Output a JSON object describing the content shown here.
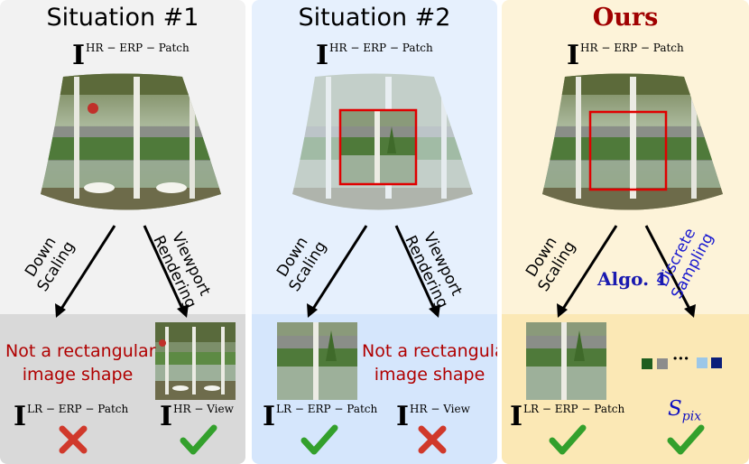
{
  "panels": [
    {
      "title": "Situation #1",
      "top_symbol": {
        "base": "I",
        "sup": "HR − ERP − Patch"
      },
      "left_arrow_label": [
        "Down",
        "Scaling"
      ],
      "right_arrow_label": [
        "Viewport",
        "Rendering"
      ],
      "warning": [
        "Not a rectangular",
        "image shape"
      ],
      "left_output": {
        "base": "I",
        "sup": "LR − ERP − Patch",
        "result": "cross"
      },
      "right_output": {
        "base": "I",
        "sup": "HR − View",
        "result": "check"
      }
    },
    {
      "title": "Situation #2",
      "top_symbol": {
        "base": "I",
        "sup": "HR − ERP − Patch"
      },
      "left_arrow_label": [
        "Down",
        "Scaling"
      ],
      "right_arrow_label": [
        "Viewport",
        "Rendering"
      ],
      "warning": [
        "Not a rectangular",
        "image shape"
      ],
      "left_output": {
        "base": "I",
        "sup": "LR − ERP − Patch",
        "result": "check"
      },
      "right_output": {
        "base": "I",
        "sup": "HR − View",
        "result": "cross"
      }
    },
    {
      "title": "Ours",
      "top_symbol": {
        "base": "I",
        "sup": "HR − ERP − Patch"
      },
      "left_arrow_label": [
        "Down",
        "Scaling"
      ],
      "right_arrow_label": [
        "Discrete",
        "Sampling"
      ],
      "algo_label": "Algo. 1",
      "left_output": {
        "base": "I",
        "sup": "LR − ERP − Patch",
        "result": "check"
      },
      "right_output": {
        "base": "S",
        "sub": "pix",
        "result": "check"
      },
      "sequence_dots": "···"
    }
  ],
  "colors": {
    "title_ours": "#a00000",
    "warning": "#b00000",
    "algo": "#1a1ab0",
    "discrete_sampling": "#1a1ad0",
    "crop_box": "#e00000",
    "check": "#33a02c",
    "cross": "#d0392b"
  }
}
